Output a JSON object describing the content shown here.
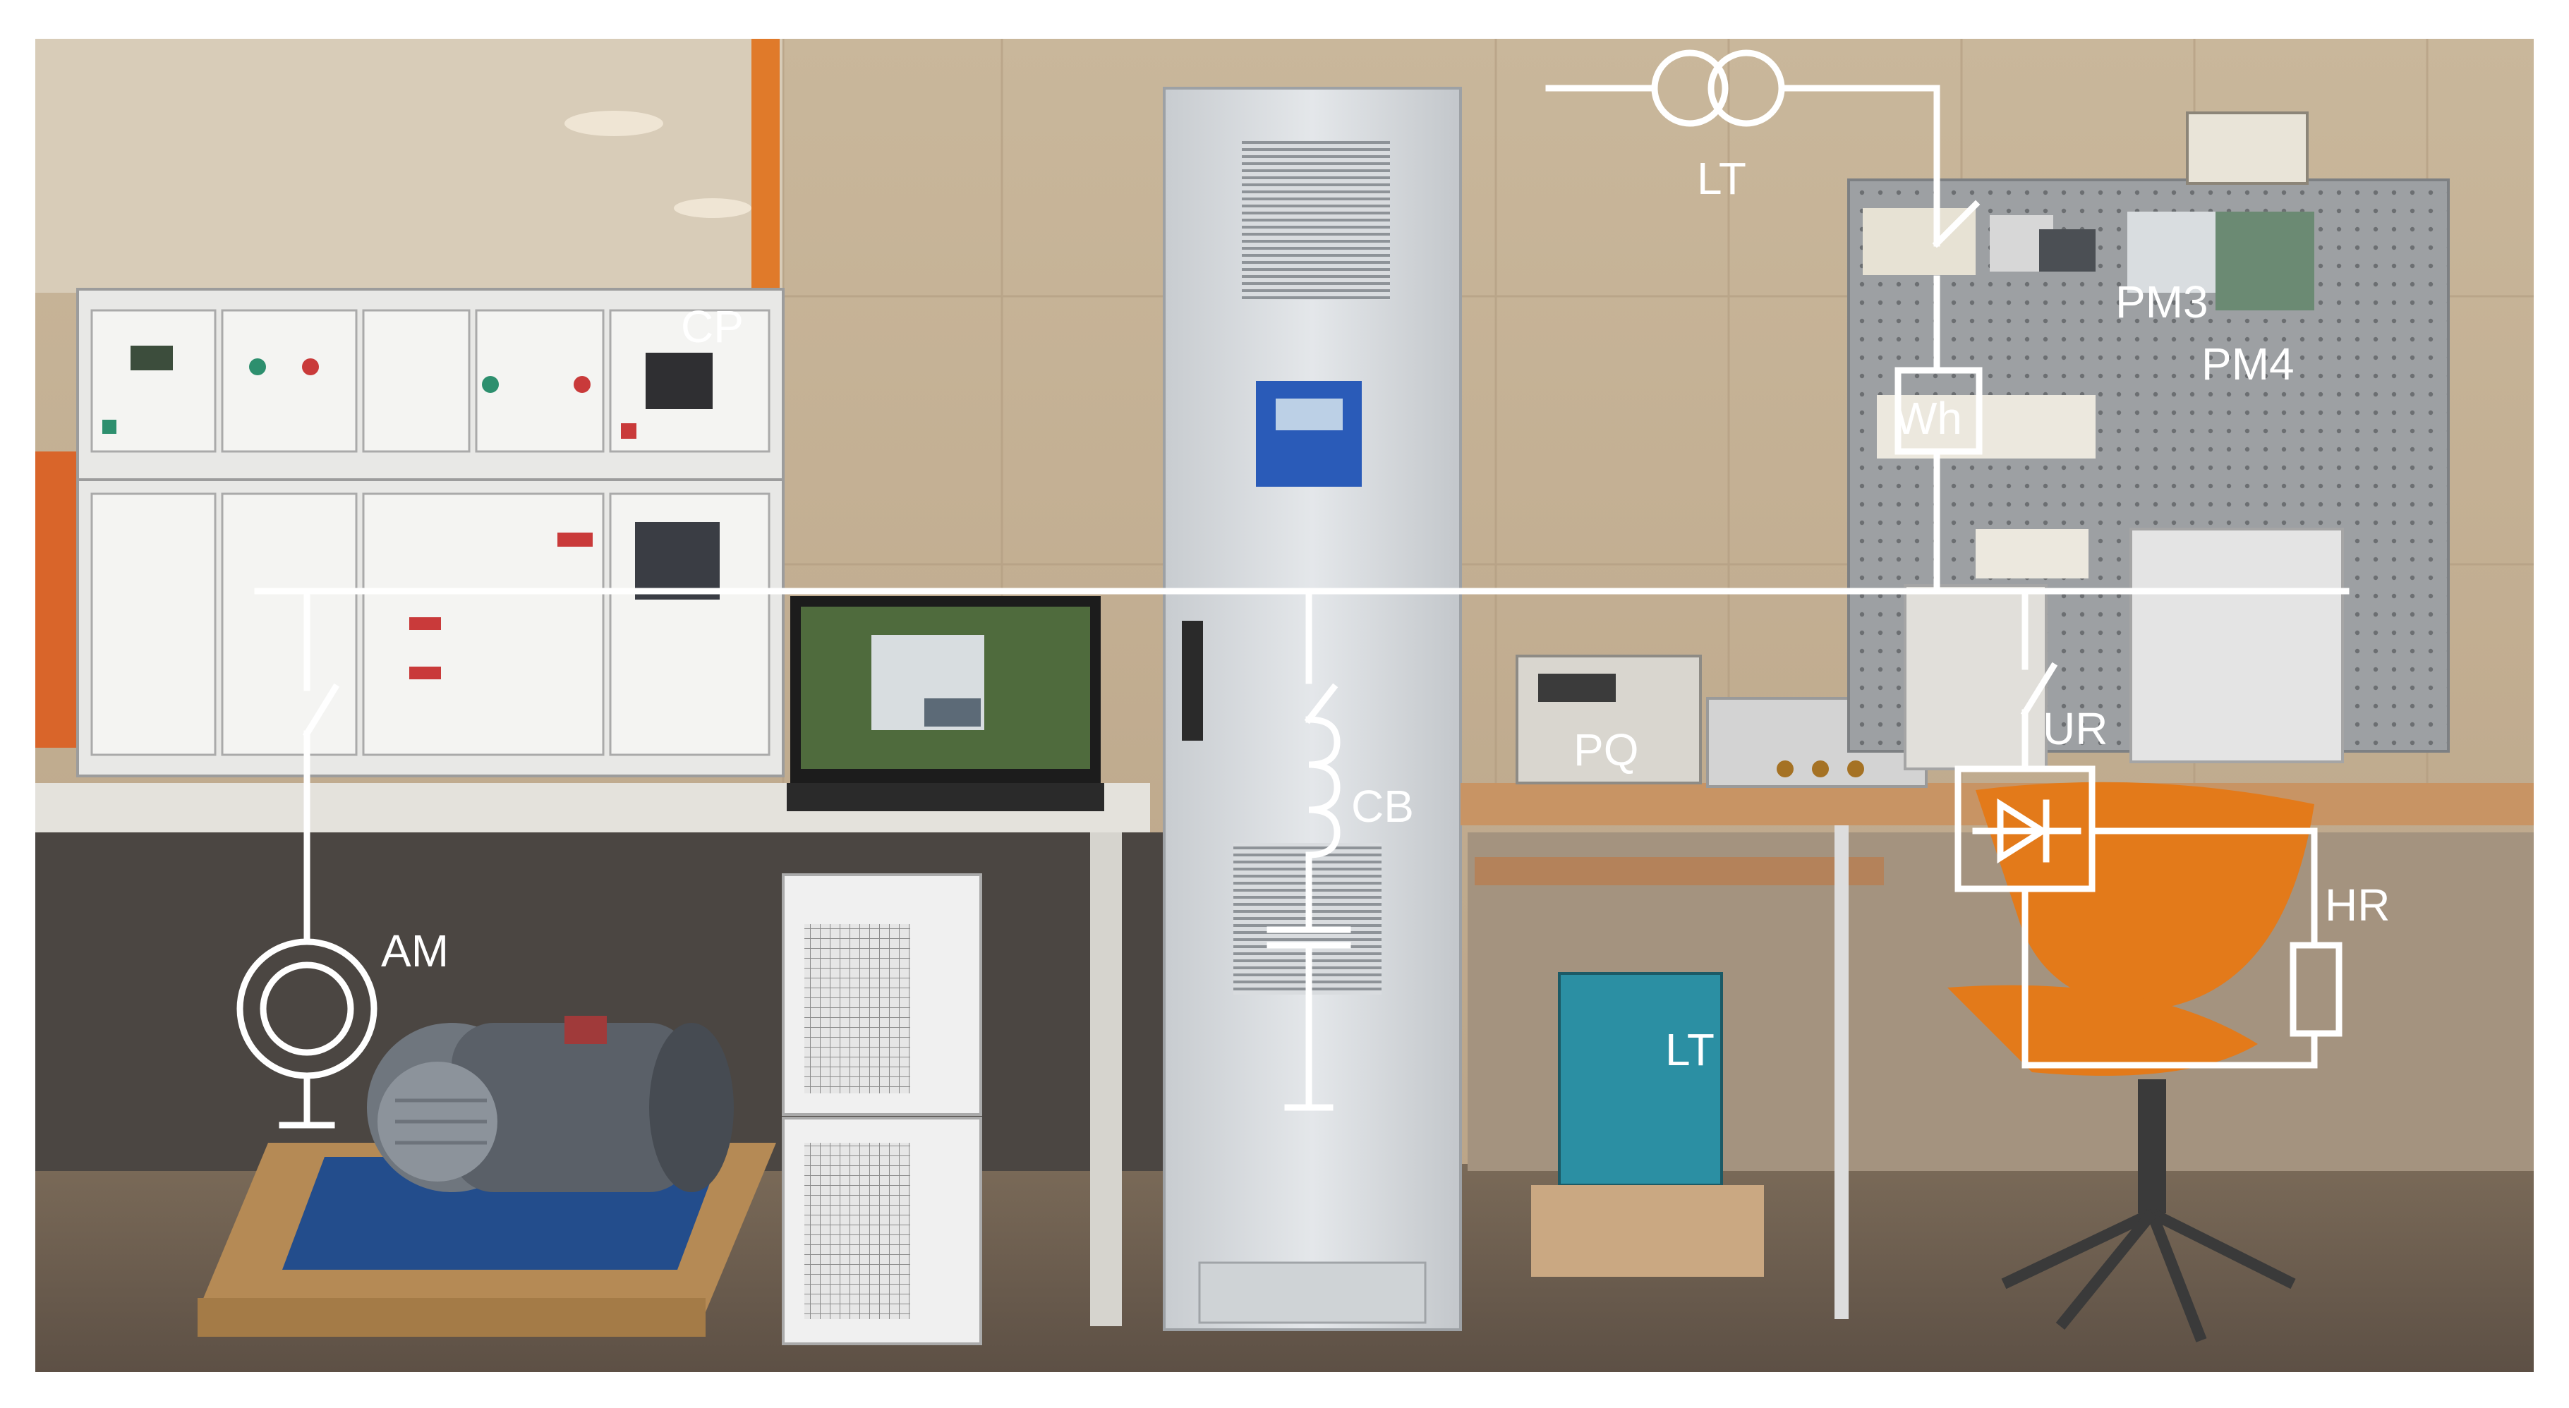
{
  "figure": {
    "description_type": "photo-overlay-single-line-diagram",
    "line_color": "#ffffff",
    "labels": {
      "cp": "CP",
      "am": "AM",
      "cb": "CB",
      "lt_top": "LT",
      "lt_bottom": "LT",
      "pq": "PQ",
      "pm3": "PM3",
      "pm4": "PM4",
      "wh": "Wh",
      "ur": "UR",
      "hr": "HR"
    }
  }
}
